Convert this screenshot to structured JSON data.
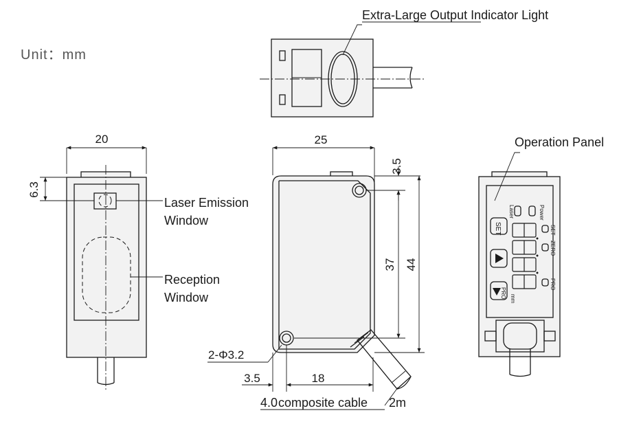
{
  "units": "Unit：mm",
  "labels": {
    "indicator": "Extra-Large Output Indicator Light",
    "operation_panel": "Operation Panel",
    "laser_line1": "Laser Emission",
    "laser_line2": "Window",
    "reception_line1": "Reception",
    "reception_line2": "Window",
    "hole": "2-Φ3.2",
    "cable_spec": "4.0",
    "cable_text": "composite cable",
    "cable_length": "2m"
  },
  "dimensions": {
    "side_width": "20",
    "side_offset": "6.3",
    "front_width": "25",
    "top_offset": "3.5",
    "hole_span": "37",
    "height": "44",
    "left_offset": "3.5",
    "bottom_span": "18"
  },
  "panel": {
    "laser": "Laser",
    "power": "Power",
    "set_btn": "SET",
    "pro_btn": "PRO",
    "set": "SET",
    "zero": "ZERO",
    "pro": "PRO",
    "mm": "mm"
  }
}
